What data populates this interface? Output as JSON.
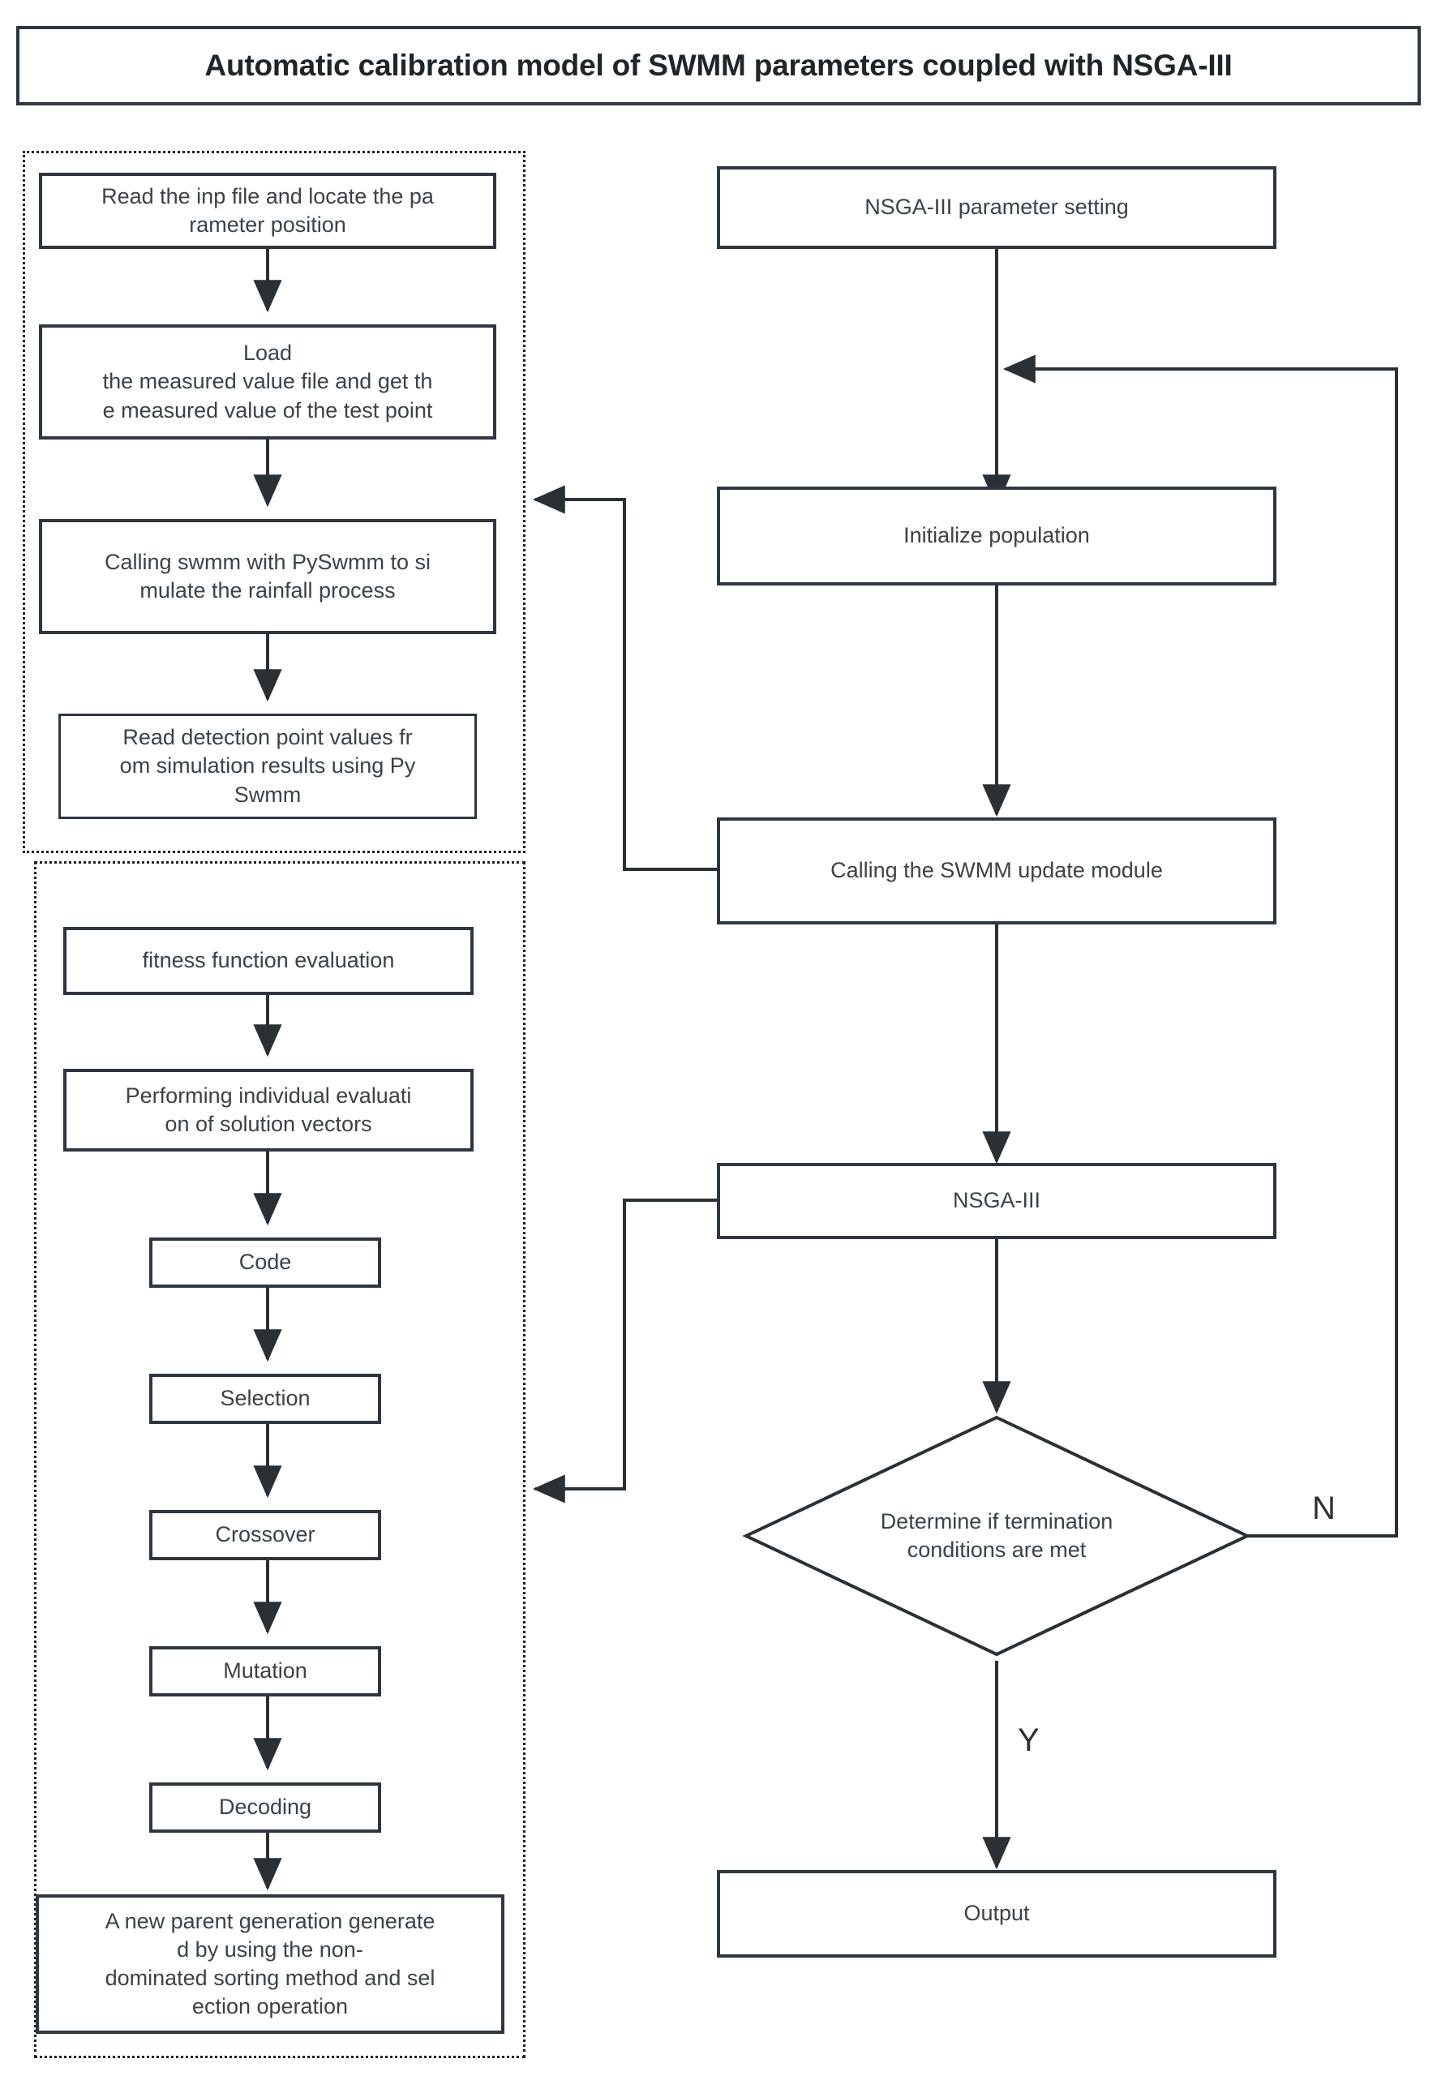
{
  "title": {
    "text": "Automatic calibration model of SWMM parameters coupled with NSGA-III"
  },
  "colors": {
    "border": "#2f3640",
    "text": "#3c4247",
    "background": "#ffffff",
    "connector": "#2b3034",
    "dashed_group": "#1d2226"
  },
  "groups": [
    {
      "id": "preprocess",
      "name": "swmm-preprocessing-group"
    },
    {
      "id": "ga",
      "name": "genetic-algorithm-group"
    }
  ],
  "left_column": {
    "preprocessing_nodes": [
      {
        "id": "read-inp",
        "label": "Read the inp file and locate the pa\nrameter position"
      },
      {
        "id": "load-measured",
        "label": "Load\nthe measured value file and get th\ne measured value of the test point"
      },
      {
        "id": "call-swmm",
        "label": "Calling swmm with PySwmm to si\nmulate the rainfall process"
      },
      {
        "id": "read-detection",
        "label": "Read detection point values fr\nom simulation results using Py\nSwmm"
      }
    ],
    "ga_nodes": [
      {
        "id": "fitness-function",
        "label": "fitness function evaluation"
      },
      {
        "id": "individual-evaluation",
        "label": "Performing individual evaluati\non of solution vectors"
      },
      {
        "id": "code",
        "label": "Code"
      },
      {
        "id": "selection",
        "label": "Selection"
      },
      {
        "id": "crossover",
        "label": "Crossover"
      },
      {
        "id": "mutation",
        "label": "Mutation"
      },
      {
        "id": "decoding",
        "label": "Decoding"
      },
      {
        "id": "new-parent-generation",
        "label": "A new parent generation generate\nd by using the non-\ndominated sorting method and sel\nection operation"
      }
    ]
  },
  "right_column": {
    "nodes": [
      {
        "id": "nsga3-parameter-setting",
        "label": "NSGA-III parameter setting"
      },
      {
        "id": "initialize-population",
        "label": "Initialize population"
      },
      {
        "id": "swmm-update-module",
        "label": "Calling the SWMM update module"
      },
      {
        "id": "nsga3",
        "label": "NSGA-III"
      },
      {
        "id": "output",
        "label": "Output"
      }
    ],
    "decision": {
      "id": "termination-check",
      "label": "Determine if termination\nconditions are met"
    },
    "branches": {
      "no": "N",
      "yes": "Y"
    }
  }
}
